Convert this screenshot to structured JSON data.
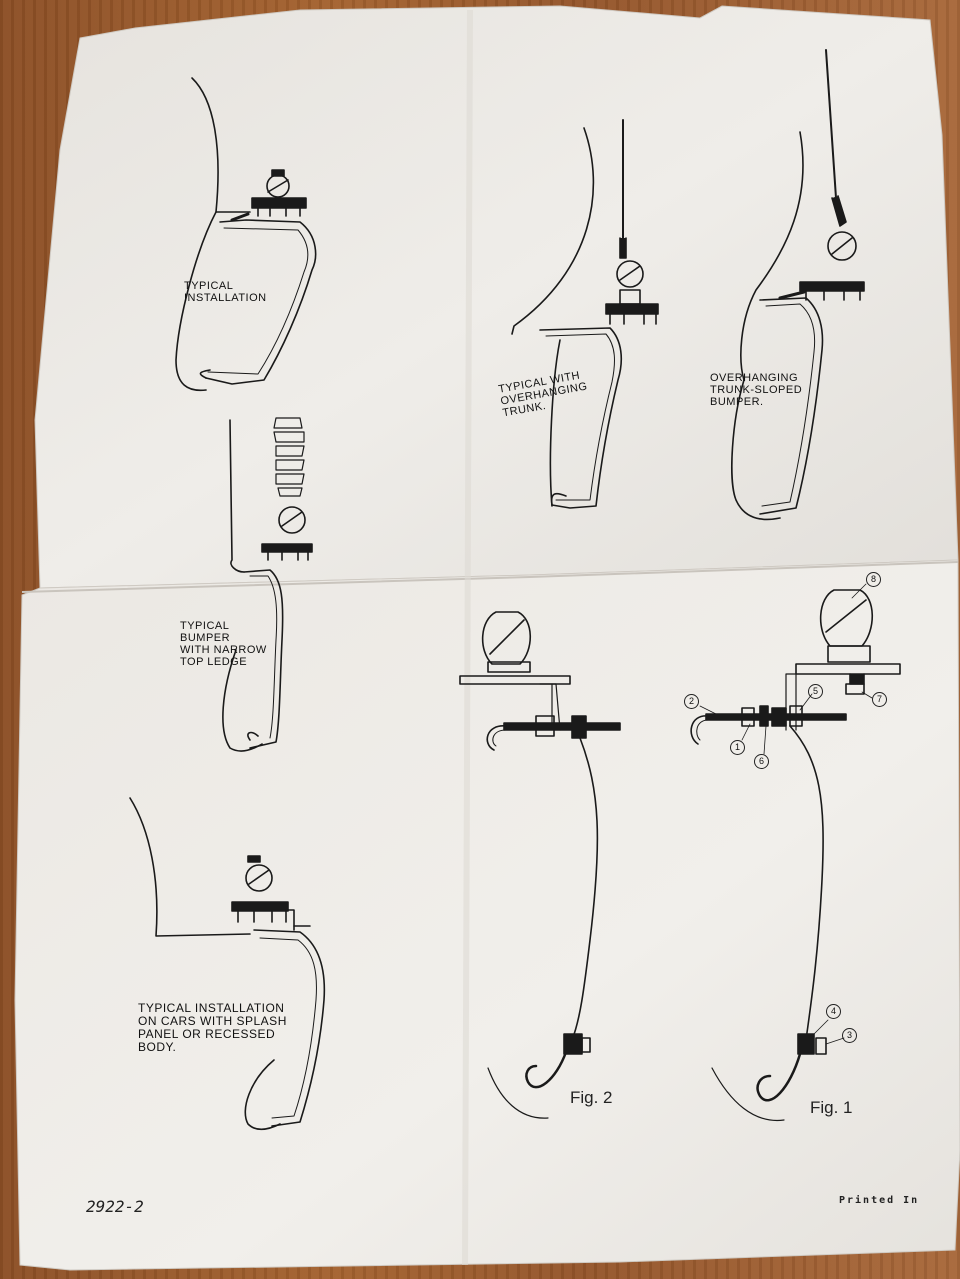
{
  "captions": {
    "typical_installation": "TYPICAL\nINSTALLATION",
    "overhanging_trunk": "TYPICAL WITH\nOVERHANGING\nTRUNK.",
    "trunk_sloped": "OVERHANGING\nTRUNK-SLOPED\nBUMPER.",
    "narrow_ledge": "TYPICAL\nBUMPER\nWITH NARROW\nTOP LEDGE",
    "splash_panel": "TYPICAL INSTALLATION\nON CARS WITH SPLASH\nPANEL OR RECESSED\nBODY."
  },
  "figures": {
    "fig2": "Fig. 2",
    "fig1": "Fig. 1"
  },
  "callouts": [
    "1",
    "2",
    "3",
    "4",
    "5",
    "6",
    "7",
    "8"
  ],
  "footer": {
    "doc_number": "2922-2",
    "printed": "Printed In"
  },
  "colors": {
    "paper": "#efece8",
    "ink": "#1a1a1a",
    "wood": "#9a5a2c"
  }
}
